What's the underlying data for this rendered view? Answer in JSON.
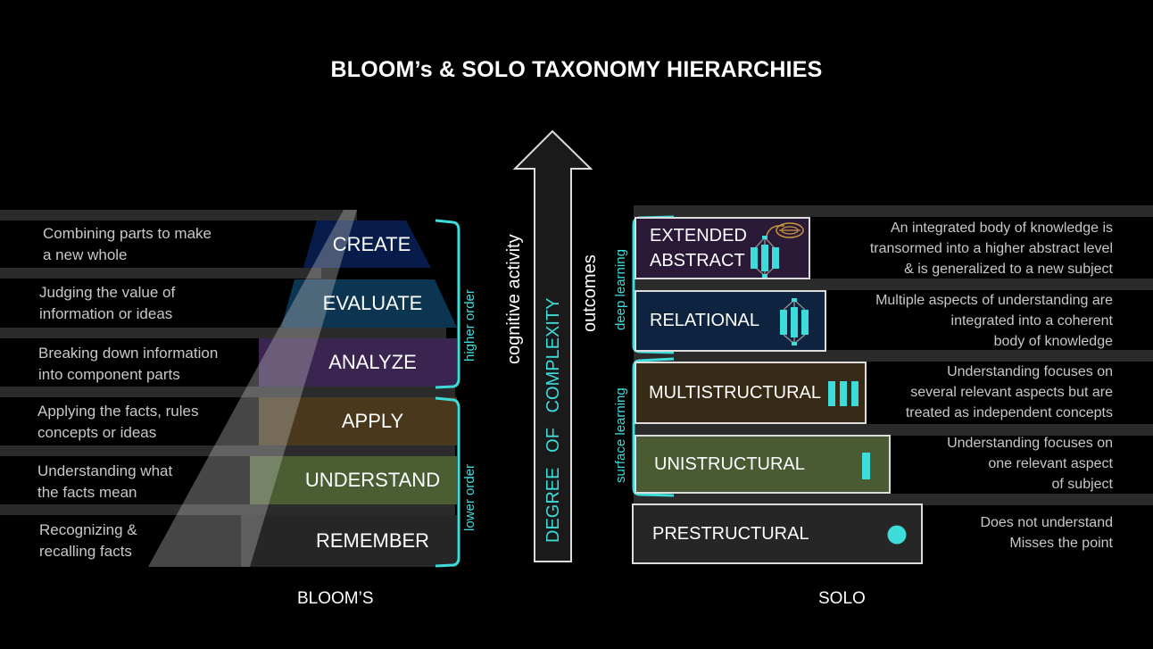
{
  "title": "BLOOM’s & SOLO TAXONOMY HIERARCHIES",
  "bloom": {
    "label": "BLOOM’S",
    "levels": [
      {
        "name": "CREATE",
        "description_lines": [
          "Combining parts to make",
          "a new whole"
        ],
        "color": "#071c4a"
      },
      {
        "name": "EVALUATE",
        "description_lines": [
          "Judging the value of",
          "information or ideas"
        ],
        "color": "#0c3552"
      },
      {
        "name": "ANALYZE",
        "description_lines": [
          "Breaking down information",
          "into component parts"
        ],
        "color": "#3a2450"
      },
      {
        "name": "APPLY",
        "description_lines": [
          "Applying the facts, rules",
          "concepts or ideas"
        ],
        "color": "#4a381d"
      },
      {
        "name": "UNDERSTAND",
        "description_lines": [
          "Understanding what",
          "the facts mean"
        ],
        "color": "#4b5e33"
      },
      {
        "name": "REMEMBER",
        "description_lines": [
          "Recognizing &",
          "recalling facts"
        ],
        "color": "#262626"
      }
    ],
    "groups": {
      "higher": "higher order",
      "lower": "lower order"
    }
  },
  "center": {
    "cognitive_label": "cognitive activity",
    "arrow_label": "DEGREE   OF   COMPLEXITY",
    "outcomes_label": "outcomes"
  },
  "solo": {
    "label": "SOLO",
    "groups": {
      "deep": "deep learning",
      "surface": "surface learning"
    },
    "levels": [
      {
        "name_lines": [
          "EXTENDED",
          "ABSTRACT"
        ],
        "icon": "extended-abstract-icon",
        "description_lines": [
          "An integrated body of knowledge is",
          "transormed into a higher abstract level",
          "& is generalized to a new subject"
        ],
        "color": "#2a1a38"
      },
      {
        "name_lines": [
          "RELATIONAL"
        ],
        "icon": "relational-icon",
        "description_lines": [
          "Multiple aspects of understanding are",
          "integrated into a coherent",
          "body of knowledge"
        ],
        "color": "#0d2340"
      },
      {
        "name_lines": [
          "MULTISTRUCTURAL"
        ],
        "icon": "multistructural-icon",
        "description_lines": [
          "Understanding focuses on",
          "several relevant aspects but are",
          "treated as independent concepts"
        ],
        "color": "#372a16"
      },
      {
        "name_lines": [
          "UNISTRUCTURAL"
        ],
        "icon": "unistructural-icon",
        "description_lines": [
          "Understanding focuses on",
          "one relevant aspect",
          "of subject"
        ],
        "color": "#4a5a33"
      },
      {
        "name_lines": [
          "PRESTRUCTURAL"
        ],
        "icon": "prestructural-icon",
        "description_lines": [
          "Does not understand",
          "Misses the point"
        ],
        "color": "#262626"
      }
    ]
  },
  "colors": {
    "accent": "#3ddbd9",
    "rope": "#c8973f",
    "band": "#2b2b2b"
  }
}
